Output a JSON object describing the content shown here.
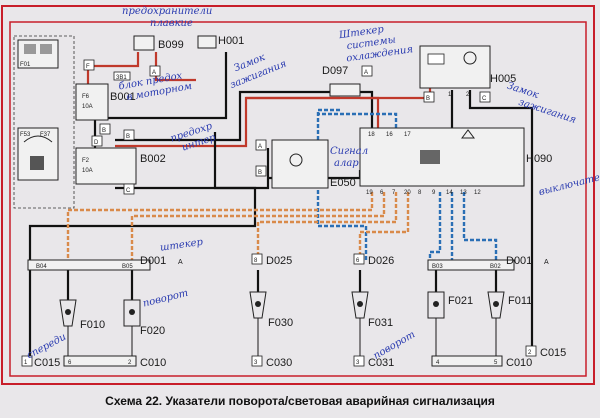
{
  "caption": "Схема 22. Указатели поворота/световая аварийная сигнализация",
  "components": {
    "B099": "B099",
    "H001": "H001",
    "B001": "B001",
    "B002": "B002",
    "D097": "D097",
    "H005": "H005",
    "E050": "E050",
    "H090": "H090",
    "D001_top_left": "D001",
    "D001_top_left_tag": "A",
    "D025": "D025",
    "D026": "D026",
    "D001_top_right": "D001",
    "D001_top_right_tag": "A",
    "F010": "F010",
    "F020": "F020",
    "F030": "F030",
    "F031": "F031",
    "F021": "F021",
    "F011": "F011",
    "C015_left": "C015",
    "C010_left": "C010",
    "C030": "C030",
    "C031": "C031",
    "C010_right": "C010",
    "C015_right": "C015"
  },
  "connector_tags": {
    "b04": "B04",
    "b05": "B05",
    "b03": "B03",
    "b02": "B02"
  },
  "pins": {
    "c015_left": "1",
    "c010_left_a": "6",
    "c010_left_b": "2",
    "c030": "3",
    "c031": "3",
    "c010_right_a": "4",
    "c010_right_b": "5",
    "c015_right": "2",
    "d025": "8",
    "d026": "6",
    "h090_top": [
      "18",
      "16",
      "17"
    ],
    "h090_bottom": [
      "19",
      "6",
      "7",
      "20",
      "8",
      "9",
      "14",
      "13",
      "12"
    ],
    "e050_a": "A",
    "e050_b": "B",
    "b001_a": "A",
    "b001_b": "B",
    "b002_a": "A",
    "b002_b": "B",
    "b002_c": "C",
    "b099_a": "A",
    "h005_b": "B",
    "h005_c": "C",
    "h005_1": "1",
    "h005_2": "2",
    "d097_a": "A",
    "fuse_f": "F",
    "fuse_d": "D",
    "relay_num": "3B1"
  },
  "fuse_labels": {
    "f6": "F6",
    "f6_rating": "10A",
    "f2": "F2",
    "f2_rating": "10A"
  },
  "relay_block_labels": {
    "f01": "F01",
    "f53": "F53",
    "f37": "F37"
  },
  "handwritten_notes": {
    "n1_line1": "предохранители",
    "n1_line2": "плавкие",
    "n2_line1": "блок предох",
    "n2_line2": "в моторном",
    "n3_line1": "Замок",
    "n3_line2": "зажигания",
    "n4_line1": "Штекер",
    "n4_line2": "системы",
    "n4_line3": "охлаждения",
    "n5_line1": "Замок",
    "n5_line2": "зажигания",
    "n6_line1": "предохр",
    "n6_line2": "интер",
    "n7_line1": "Сигнал",
    "n7_line2": "алар",
    "n8": "выключатель",
    "n9": "штекер",
    "n10": "поворот",
    "n11": "спереди",
    "n12": "поворот"
  },
  "colors": {
    "frame_red": "#c81e2a",
    "wire_black": "#111111",
    "wire_red": "#c0392b",
    "wire_orange": "#d98a4a",
    "wire_blue": "#2a6fb5",
    "handwriting_blue": "#2a3bb0"
  }
}
